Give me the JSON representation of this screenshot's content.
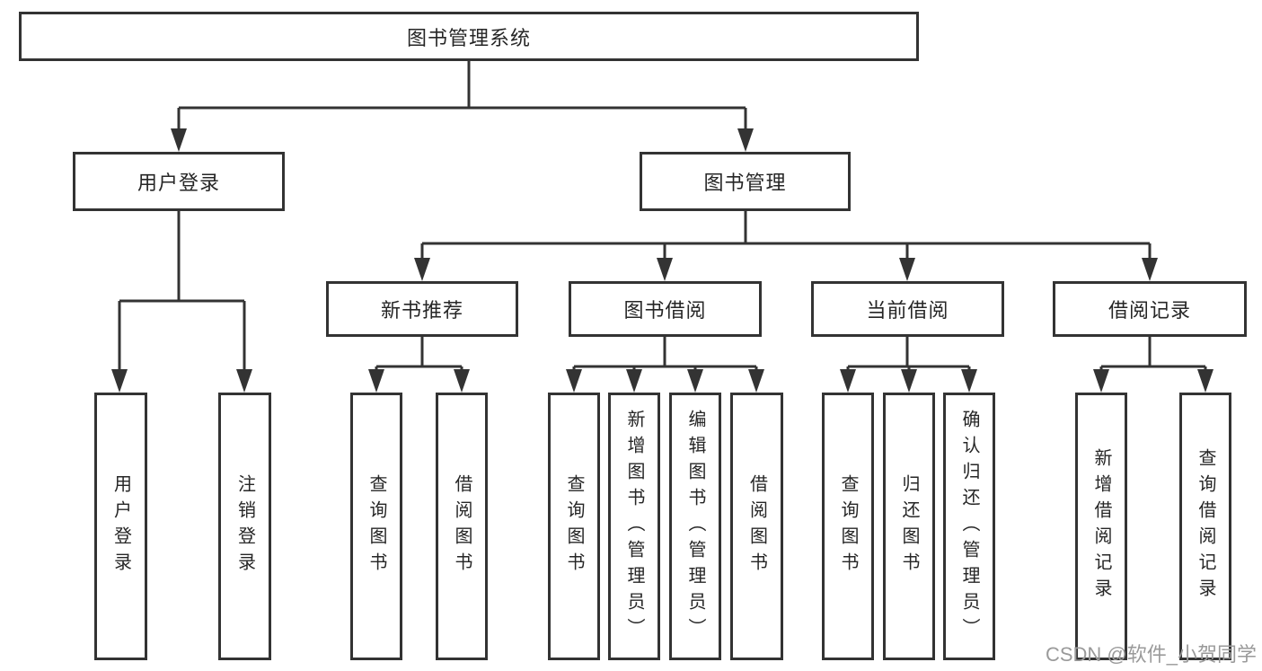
{
  "watermark": "CSDN @软件_小贺同学",
  "colors": {
    "line": "#333333",
    "border": "#333333",
    "text": "#262626",
    "watermark": "#9a9a9a",
    "background": "#ffffff"
  },
  "nodes": {
    "root": {
      "label": "图书管理系统"
    },
    "user_login": {
      "label": "用户登录",
      "children": [
        {
          "label": "用户登录"
        },
        {
          "label": "注销登录"
        }
      ]
    },
    "book_mgmt": {
      "label": "图书管理",
      "groups": [
        {
          "label": "新书推荐",
          "children": [
            {
              "label": "查询图书"
            },
            {
              "label": "借阅图书"
            }
          ]
        },
        {
          "label": "图书借阅",
          "children": [
            {
              "label": "查询图书"
            },
            {
              "label": "新增图书（管理员）"
            },
            {
              "label": "编辑图书（管理员）"
            },
            {
              "label": "借阅图书"
            }
          ]
        },
        {
          "label": "当前借阅",
          "children": [
            {
              "label": "查询图书"
            },
            {
              "label": "归还图书"
            },
            {
              "label": "确认归还（管理员）"
            }
          ]
        },
        {
          "label": "借阅记录",
          "children": [
            {
              "label": "新增借阅记录"
            },
            {
              "label": "查询借阅记录"
            }
          ]
        }
      ]
    }
  }
}
